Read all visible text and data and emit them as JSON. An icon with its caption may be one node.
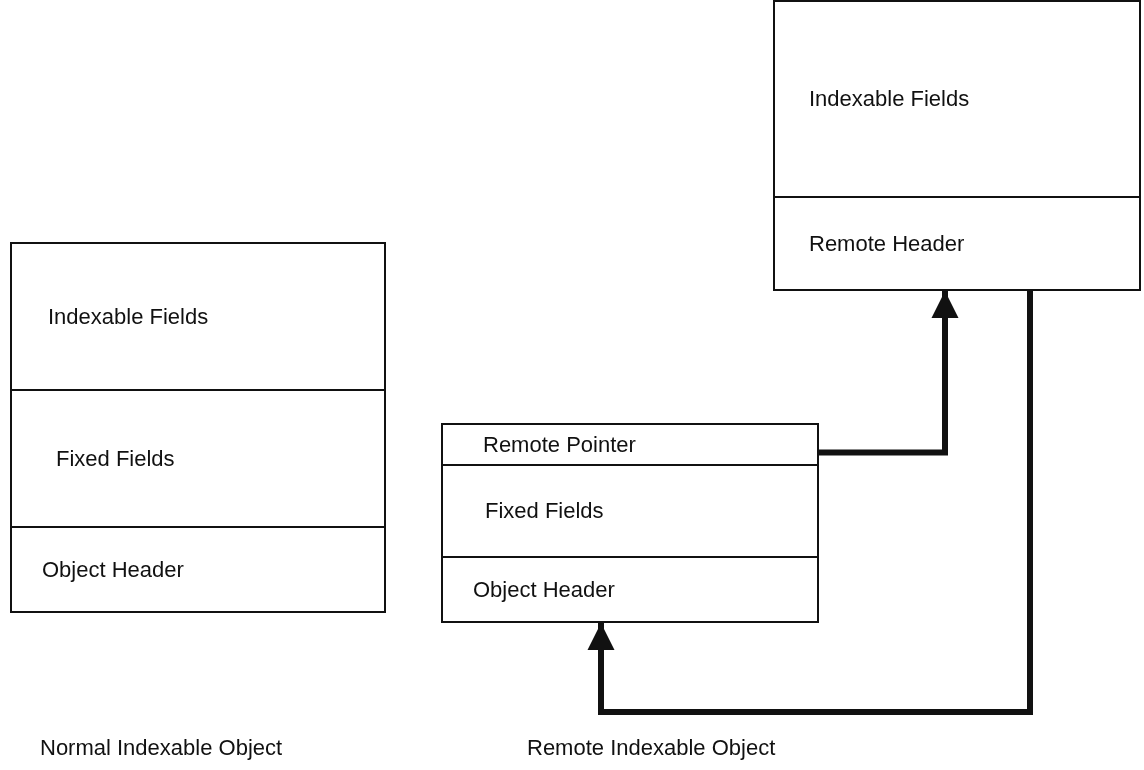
{
  "diagram": {
    "nodes": [
      {
        "text": [
          "Indexable Fields"
        ]
      },
      {
        "text": [
          "Fixed Fields"
        ]
      },
      {
        "text": [
          "Object Header"
        ]
      },
      {
        "text": [
          "Remote Pointer"
        ]
      },
      {
        "text": [
          "Fixed Fields"
        ]
      },
      {
        "text": [
          "Object Header"
        ]
      },
      {
        "text": [
          "Indexable Fields"
        ]
      },
      {
        "text": [
          "Remote Header"
        ]
      }
    ],
    "edges": [
      {
        "from": 3,
        "to": 7,
        "arrow": "to"
      },
      {
        "from": 7,
        "to": 5,
        "arrow": "to"
      }
    ],
    "labels": [
      "Normal Indexable Object",
      "Remote Indexable Object"
    ]
  }
}
